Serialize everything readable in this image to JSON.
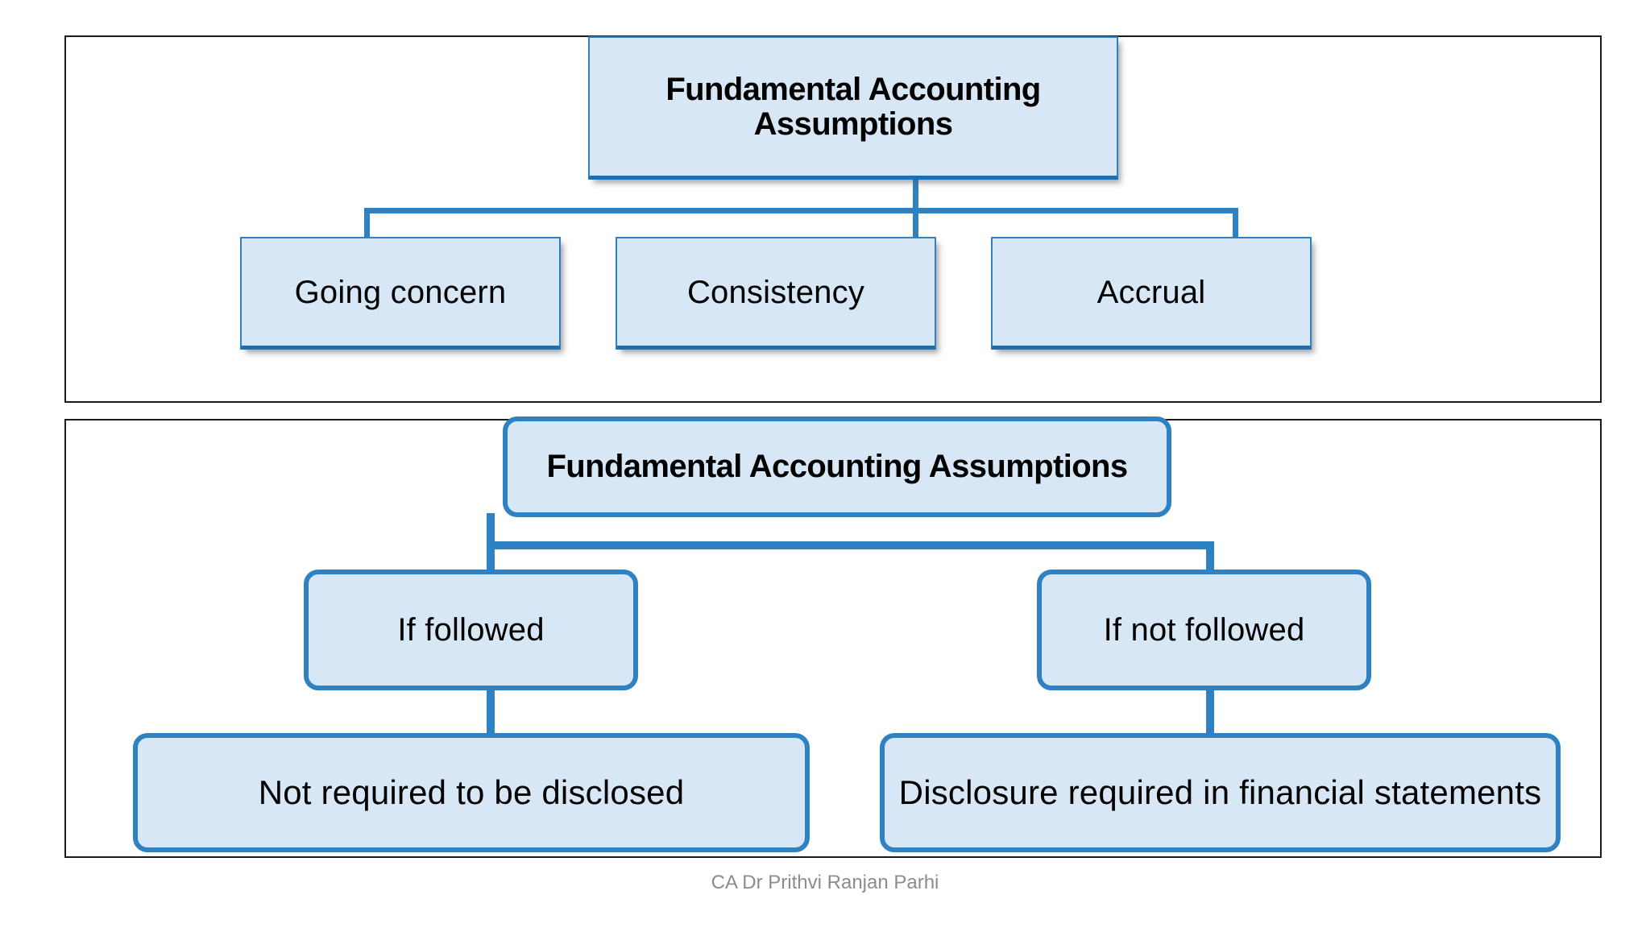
{
  "page": {
    "background": "#ffffff",
    "accent_color": "#2E81C3",
    "box_fill_color": "#d7e7f5",
    "panel_border_color": "#1a1a1a"
  },
  "diagram_top": {
    "root": {
      "label": "Fundamental Accounting Assumptions"
    },
    "children": [
      {
        "label": "Going concern"
      },
      {
        "label": "Consistency"
      },
      {
        "label": "Accrual"
      }
    ]
  },
  "diagram_bottom": {
    "root": {
      "label": "Fundamental Accounting Assumptions"
    },
    "branches": [
      {
        "condition": "If followed",
        "outcome": "Not required to be disclosed"
      },
      {
        "condition": "If not followed",
        "outcome": "Disclosure required in financial statements"
      }
    ]
  },
  "footer": {
    "credit": "CA Dr Prithvi Ranjan Parhi"
  }
}
